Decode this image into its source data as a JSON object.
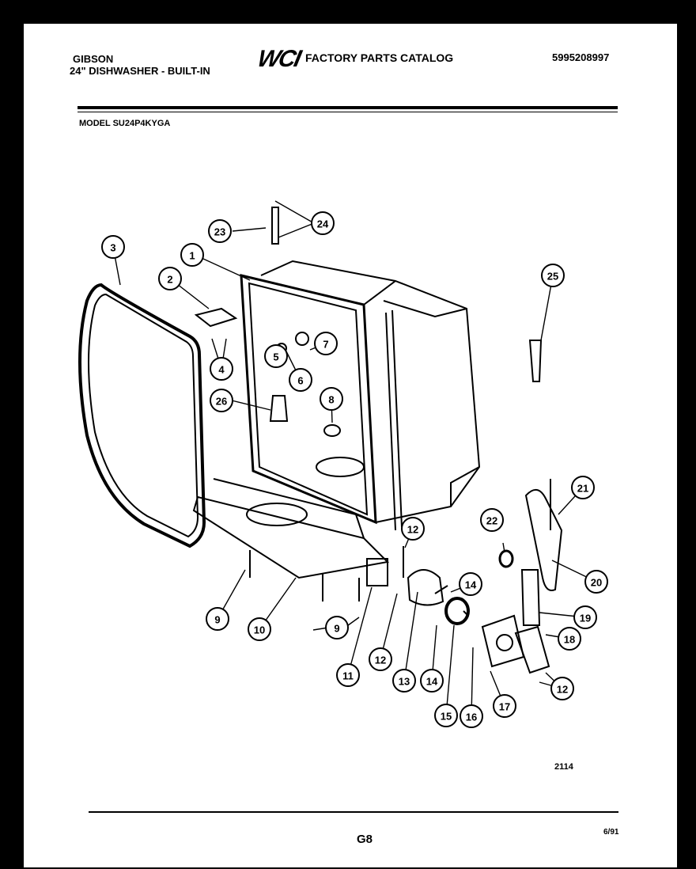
{
  "header": {
    "brand": "GIBSON",
    "subtitle": "24\" DISHWASHER - BUILT-IN",
    "logo": "WCI",
    "catalog_title": "FACTORY PARTS CATALOG",
    "catalog_number": "5995208997",
    "model_line": "MODEL SU24P4KYGA"
  },
  "footer": {
    "diagram_number": "2114",
    "page_label": "G8",
    "date": "6/91"
  },
  "callouts": [
    "1",
    "2",
    "3",
    "4",
    "5",
    "6",
    "7",
    "8",
    "9",
    "9",
    "10",
    "11",
    "12",
    "12",
    "12",
    "13",
    "14",
    "14",
    "15",
    "16",
    "17",
    "18",
    "19",
    "20",
    "21",
    "22",
    "23",
    "24",
    "25",
    "26"
  ]
}
